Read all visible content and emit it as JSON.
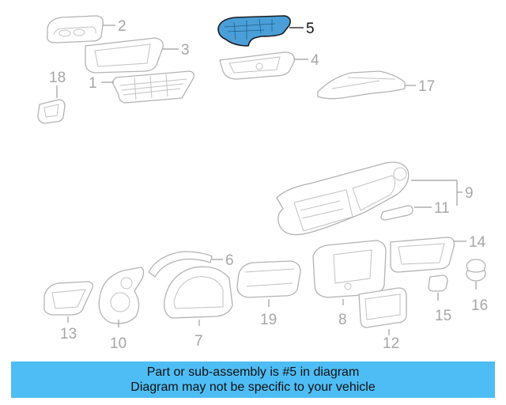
{
  "diagram": {
    "highlighted_part": "5",
    "callouts": {
      "p1": "1",
      "p2": "2",
      "p3": "3",
      "p4": "4",
      "p5": "5",
      "p6": "6",
      "p7": "7",
      "p8": "8",
      "p9": "9",
      "p10": "10",
      "p11": "11",
      "p12": "12",
      "p13": "13",
      "p14": "14",
      "p15": "15",
      "p16": "16",
      "p17": "17",
      "p18": "18",
      "p19": "19"
    },
    "colors": {
      "highlight_fill": "#4a9fd8",
      "highlight_stroke": "#1a1a1a",
      "line": "#b3b3b3",
      "callout_text": "#a6a6a6",
      "banner": "#4fbdf5"
    }
  },
  "banner": {
    "line1": "Part or sub-assembly is #5 in diagram",
    "line2": "Diagram may not be specific to your vehicle"
  }
}
